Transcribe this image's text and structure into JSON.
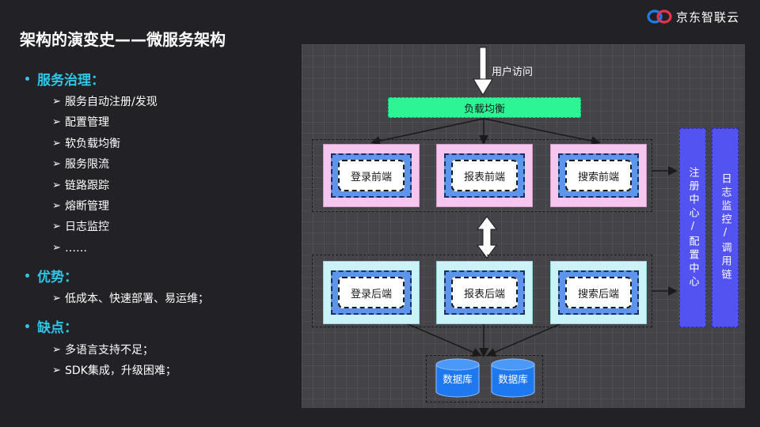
{
  "header": {
    "title": "架构的演变史——微服务架构",
    "logo_text": "京东智联云"
  },
  "sections": [
    {
      "heading": "服务治理：",
      "items": [
        "服务自动注册/发现",
        "配置管理",
        "软负载均衡",
        "服务限流",
        "链路跟踪",
        "熔断管理",
        "日志监控",
        "……"
      ]
    },
    {
      "heading": "优势：",
      "items": [
        "低成本、快速部署、易运维；"
      ]
    },
    {
      "heading": "缺点：",
      "items": [
        "多语言支持不足；",
        "SDK集成，升级困难；"
      ]
    }
  ],
  "bullet_arrow": "➢",
  "diagram": {
    "user_access": "用户访问",
    "load_balancer": "负载均衡",
    "frontends": [
      "登录前端",
      "报表前端",
      "搜索前端"
    ],
    "backends": [
      "登录后端",
      "报表后端",
      "搜索后端"
    ],
    "databases": [
      "数据库",
      "数据库"
    ],
    "registry": "注册中心/配置中心",
    "monitor": "日志监控/调用链"
  },
  "colors": {
    "background": "#222226",
    "accent_cyan": "#2ec6e8",
    "load_balancer": "#2df596",
    "frontend_box": "#f5c6ee",
    "backend_box": "#c9f3f6",
    "service_inner": "#5e94ea",
    "side_bar": "#5353f2",
    "database": "#1e78f0"
  }
}
